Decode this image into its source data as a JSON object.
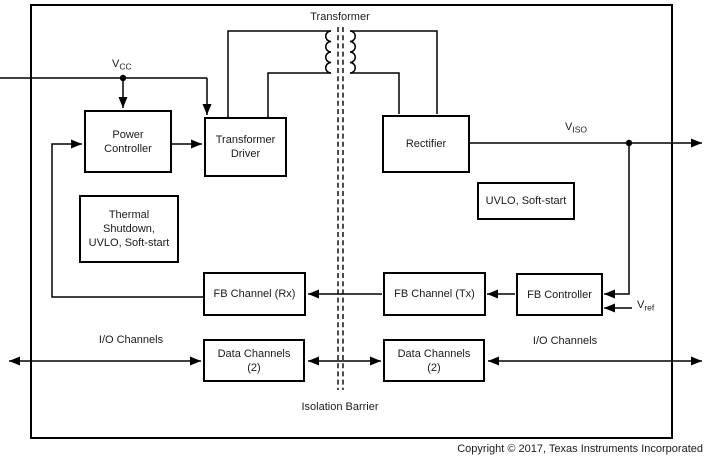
{
  "diagram": {
    "labels": {
      "transformer": "Transformer",
      "isolation_barrier": "Isolation Barrier",
      "io_channels_left": "I/O Channels",
      "io_channels_right": "I/O Channels",
      "vcc": {
        "base": "V",
        "sub": "CC"
      },
      "viso": {
        "base": "V",
        "sub": "ISO"
      },
      "vref": {
        "base": "V",
        "sub": "ref"
      }
    },
    "blocks": {
      "power_controller": {
        "lines": [
          "Power",
          "Controller"
        ]
      },
      "transformer_driver": {
        "lines": [
          "Transformer",
          "Driver"
        ]
      },
      "rectifier": {
        "lines": [
          "Rectifier"
        ]
      },
      "thermal_shutdown": {
        "lines": [
          "Thermal",
          "Shutdown,",
          "UVLO, Soft-start"
        ]
      },
      "uvlo_soft_start": {
        "lines": [
          "UVLO, Soft-start"
        ]
      },
      "fb_channel_rx": {
        "lines": [
          "FB Channel (Rx)"
        ]
      },
      "fb_channel_tx": {
        "lines": [
          "FB Channel (Tx)"
        ]
      },
      "fb_controller": {
        "lines": [
          "FB Controller"
        ]
      },
      "data_channels_left": {
        "lines": [
          "Data Channels",
          "(2)"
        ]
      },
      "data_channels_right": {
        "lines": [
          "Data Channels",
          "(2)"
        ]
      }
    },
    "footer": {
      "copyright": "Copyright © 2017, Texas Instruments Incorporated"
    },
    "colors": {
      "wire": "#000000",
      "box_border": "#000000",
      "background": "#ffffff"
    }
  }
}
